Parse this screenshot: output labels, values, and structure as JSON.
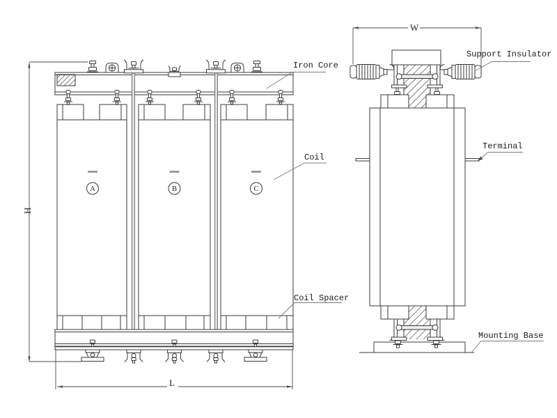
{
  "drawing": {
    "background": "#ffffff",
    "line_color": "#3a3a3a",
    "leader_color": "#7a7a7a",
    "labels": {
      "iron_core": "Iron Core",
      "coil": "Coil",
      "coil_spacer": "Coil Spacer",
      "support_insulator": "Support Insulator",
      "terminal": "Terminal",
      "mounting_base": "Mounting Base"
    },
    "dimensions": {
      "height": "H",
      "length": "L",
      "width": "W"
    },
    "phases": [
      "A",
      "B",
      "C"
    ]
  }
}
